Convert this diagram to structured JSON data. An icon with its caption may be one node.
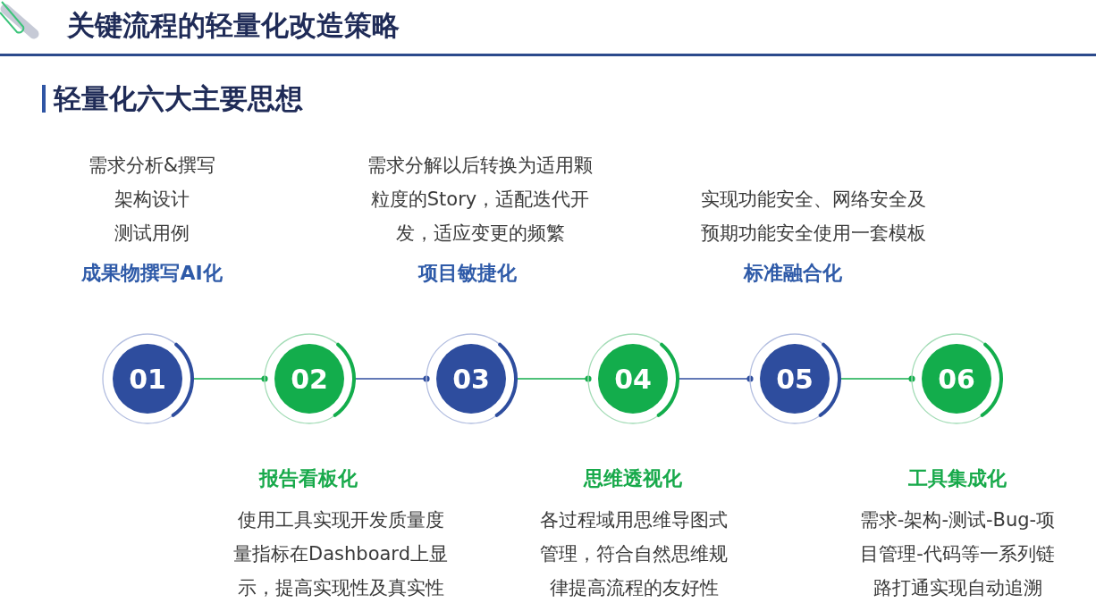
{
  "diagram": {
    "title": "关键流程的轻量化改造策略",
    "nodes": [
      {
        "text": [
          "01"
        ],
        "beside": [
          "需求分析&撰写",
          "架构设计",
          "测试用例",
          "成果物撰写AI化"
        ]
      },
      {
        "text": [
          "02"
        ],
        "beside": [
          "报告看板化",
          "使用工具实现开发质量度量指标在Dashboard上显示，提高实现性及真实性"
        ]
      },
      {
        "text": [
          "03"
        ],
        "beside": [
          "需求分解以后转换为适用颗粒度的Story，适配迭代开发，适应变更的频繁",
          "项目敏捷化"
        ]
      },
      {
        "text": [
          "04"
        ],
        "beside": [
          "思维透视化",
          "各过程域用思维导图式管理，符合自然思维规律提高流程的友好性"
        ]
      },
      {
        "text": [
          "05"
        ],
        "beside": [
          "实现功能安全、网络安全及预期功能安全使用一套模板",
          "标准融合化"
        ]
      },
      {
        "text": [
          "06"
        ],
        "beside": [
          "工具集成化",
          "需求-架构-测试-Bug-项目管理-代码等一系列链路打通实现自动追溯"
        ]
      }
    ],
    "edges": [
      {
        "from": 0,
        "to": 1,
        "arrow": "other"
      },
      {
        "from": 1,
        "to": 2,
        "arrow": "other",
        "color": "#2e4d9e"
      },
      {
        "from": 2,
        "to": 3,
        "arrow": "other"
      },
      {
        "from": 3,
        "to": 4,
        "arrow": "other",
        "color": "#2e4d9e"
      },
      {
        "from": 4,
        "to": 5,
        "arrow": "other"
      }
    ],
    "labels": [
      "轻量化六大主要思想"
    ]
  }
}
